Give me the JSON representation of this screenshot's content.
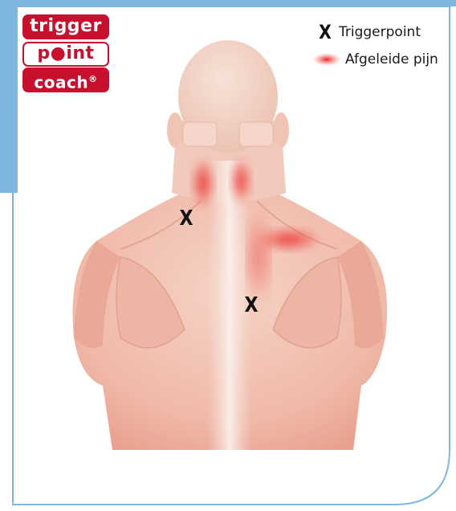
{
  "logo": {
    "line1": "trigger",
    "line2": "p●int",
    "line3": "coach",
    "registered": "®"
  },
  "legend": {
    "triggerpoint_symbol": "X",
    "triggerpoint_label": "Triggerpoint",
    "pain_label": "Afgeleide pijn"
  },
  "markers": {
    "triggerpoint_symbol": "X"
  },
  "colors": {
    "brand_red": "#c8102e",
    "frame_blue": "#7fb6e0",
    "skin": "#f2c4b8",
    "pain_red": "#e8262a"
  }
}
